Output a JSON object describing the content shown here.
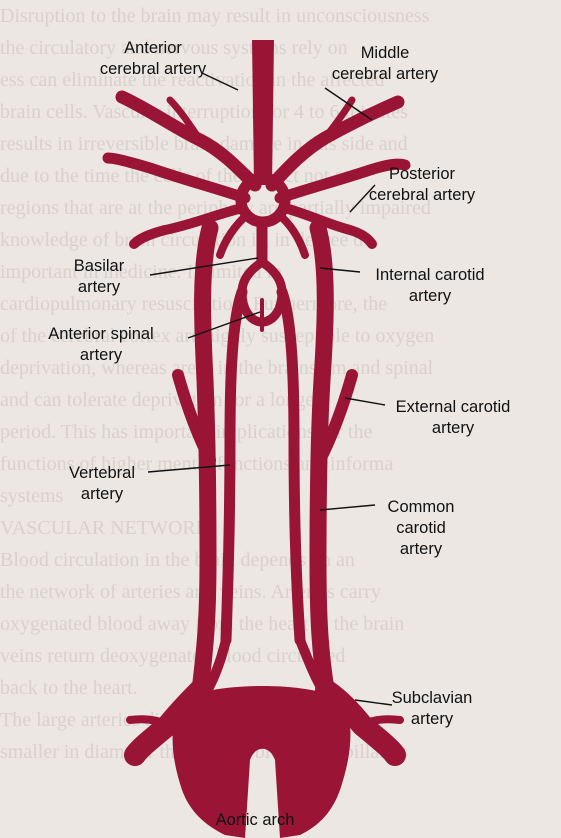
{
  "background": {
    "color": "#ece7e3",
    "text_color": "#d8d1cc",
    "lines": [
      "Disruption to the brain may result in unconsciousness",
      "the circulatory and nervous systems rely on",
      "ess can eliminate the reactivation in the affected",
      "brain cells. Vascular interruption for 4 to 6 minutes",
      "results in irreversible brain damage in this side and",
      "due to the time the cells of the infarct not at",
      "regions that are at the periphery are partially impaired",
      "knowledge of brain circulation is, in degree de",
      "important in medicine. If limited in",
      "cardiopulmonary resuscitation. Furthermore, the",
      "of the cerebral cortex are highly susceptible to oxygen",
      "deprivation, whereas areas in the brainstem and spinal",
      "and can tolerate deprivation for a longer",
      "period. This has important implications for the",
      "functions of higher mental functions and informa",
      "systems",
      "",
      "VASCULAR NETWORK",
      "",
      "Blood circulation in the brain depends on an",
      "the network of arteries and veins. Arteries carry",
      "oxygenated blood away from the heart to the brain",
      "veins return deoxygenated blood circulated",
      "back to the heart.",
      "The large arteries divide into arterioles, arte",
      "smaller in diameter that deliver blood to capillaries"
    ]
  },
  "colors": {
    "artery": "#9a1436",
    "label": "#111111"
  },
  "labels": {
    "anterior_cerebral": {
      "line1": "Anterior",
      "line2": "cerebral artery"
    },
    "middle_cerebral": {
      "line1": "Middle",
      "line2": "cerebral artery"
    },
    "posterior_cerebral": {
      "line1": "Posterior",
      "line2": "cerebral artery"
    },
    "basilar": {
      "line1": "Basilar",
      "line2": "artery"
    },
    "internal_carotid": {
      "line1": "Internal carotid",
      "line2": "artery"
    },
    "anterior_spinal": {
      "line1": "Anterior spinal",
      "line2": "artery"
    },
    "external_carotid": {
      "line1": "External carotid",
      "line2": "artery"
    },
    "vertebral": {
      "line1": "Vertebral",
      "line2": "artery"
    },
    "common_carotid": {
      "line1": "Common",
      "line2": "carotid",
      "line3": "artery"
    },
    "subclavian": {
      "line1": "Subclavian",
      "line2": "artery"
    },
    "aortic_arch": {
      "line1": "Aortic arch"
    }
  }
}
